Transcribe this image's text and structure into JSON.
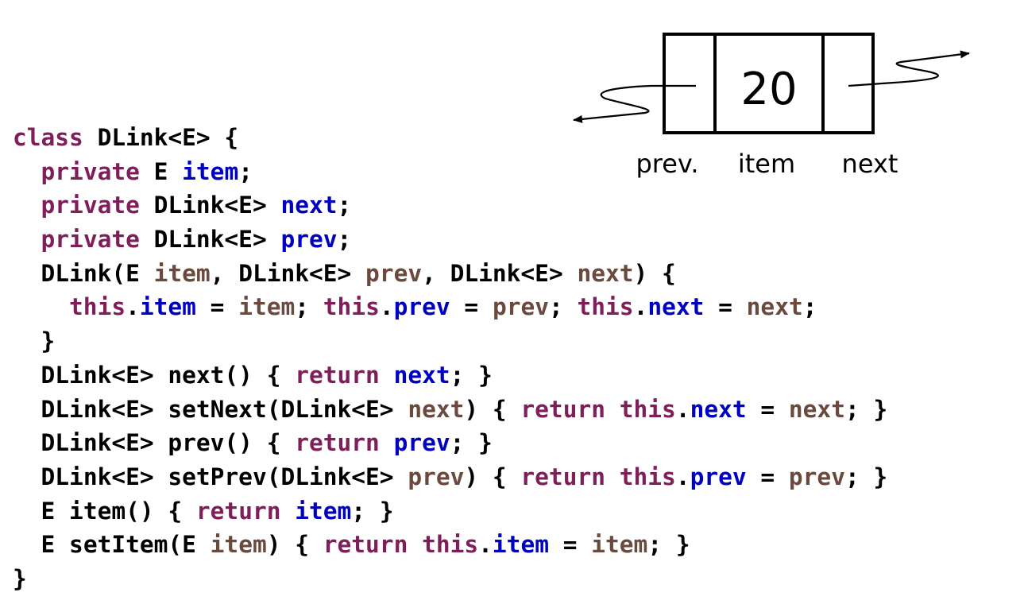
{
  "diagram": {
    "node_value": "20",
    "labels": {
      "prev": "prev.",
      "item": "item",
      "next": "next"
    }
  },
  "colors": {
    "keyword": "#7f1f5a",
    "field": "#0000c0",
    "parameter": "#6b4a3e",
    "plain": "#000000"
  },
  "code": {
    "lines": [
      {
        "indent": 0,
        "tokens": [
          [
            "kw",
            "class"
          ],
          [
            "plain",
            " DLink<E> {"
          ]
        ]
      },
      {
        "indent": 1,
        "tokens": [
          [
            "kw",
            "private"
          ],
          [
            "plain",
            " E "
          ],
          [
            "field",
            "item"
          ],
          [
            "plain",
            ";"
          ]
        ]
      },
      {
        "indent": 1,
        "tokens": [
          [
            "kw",
            "private"
          ],
          [
            "plain",
            " DLink<E> "
          ],
          [
            "field",
            "next"
          ],
          [
            "plain",
            ";"
          ]
        ]
      },
      {
        "indent": 1,
        "tokens": [
          [
            "kw",
            "private"
          ],
          [
            "plain",
            " DLink<E> "
          ],
          [
            "field",
            "prev"
          ],
          [
            "plain",
            ";"
          ]
        ]
      },
      {
        "indent": 1,
        "tokens": [
          [
            "plain",
            "DLink(E "
          ],
          [
            "param",
            "item"
          ],
          [
            "plain",
            ", DLink<E> "
          ],
          [
            "param",
            "prev"
          ],
          [
            "plain",
            ", DLink<E> "
          ],
          [
            "param",
            "next"
          ],
          [
            "plain",
            ") {"
          ]
        ]
      },
      {
        "indent": 2,
        "tokens": [
          [
            "kw",
            "this"
          ],
          [
            "plain",
            "."
          ],
          [
            "field",
            "item"
          ],
          [
            "plain",
            " = "
          ],
          [
            "param",
            "item"
          ],
          [
            "plain",
            "; "
          ],
          [
            "kw",
            "this"
          ],
          [
            "plain",
            "."
          ],
          [
            "field",
            "prev"
          ],
          [
            "plain",
            " = "
          ],
          [
            "param",
            "prev"
          ],
          [
            "plain",
            "; "
          ],
          [
            "kw",
            "this"
          ],
          [
            "plain",
            "."
          ],
          [
            "field",
            "next"
          ],
          [
            "plain",
            " = "
          ],
          [
            "param",
            "next"
          ],
          [
            "plain",
            ";"
          ]
        ]
      },
      {
        "indent": 1,
        "tokens": [
          [
            "plain",
            "}"
          ]
        ]
      },
      {
        "indent": 1,
        "tokens": [
          [
            "plain",
            "DLink<E> next() { "
          ],
          [
            "kw",
            "return"
          ],
          [
            "plain",
            " "
          ],
          [
            "field",
            "next"
          ],
          [
            "plain",
            "; }"
          ]
        ]
      },
      {
        "indent": 1,
        "tokens": [
          [
            "plain",
            "DLink<E> setNext(DLink<E> "
          ],
          [
            "param",
            "next"
          ],
          [
            "plain",
            ") { "
          ],
          [
            "kw",
            "return"
          ],
          [
            "plain",
            " "
          ],
          [
            "kw",
            "this"
          ],
          [
            "plain",
            "."
          ],
          [
            "field",
            "next"
          ],
          [
            "plain",
            " = "
          ],
          [
            "param",
            "next"
          ],
          [
            "plain",
            "; }"
          ]
        ]
      },
      {
        "indent": 1,
        "tokens": [
          [
            "plain",
            "DLink<E> prev() { "
          ],
          [
            "kw",
            "return"
          ],
          [
            "plain",
            " "
          ],
          [
            "field",
            "prev"
          ],
          [
            "plain",
            "; }"
          ]
        ]
      },
      {
        "indent": 1,
        "tokens": [
          [
            "plain",
            "DLink<E> setPrev(DLink<E> "
          ],
          [
            "param",
            "prev"
          ],
          [
            "plain",
            ") { "
          ],
          [
            "kw",
            "return"
          ],
          [
            "plain",
            " "
          ],
          [
            "kw",
            "this"
          ],
          [
            "plain",
            "."
          ],
          [
            "field",
            "prev"
          ],
          [
            "plain",
            " = "
          ],
          [
            "param",
            "prev"
          ],
          [
            "plain",
            "; }"
          ]
        ]
      },
      {
        "indent": 1,
        "tokens": [
          [
            "plain",
            "E item() { "
          ],
          [
            "kw",
            "return"
          ],
          [
            "plain",
            " "
          ],
          [
            "field",
            "item"
          ],
          [
            "plain",
            "; }"
          ]
        ]
      },
      {
        "indent": 1,
        "tokens": [
          [
            "plain",
            "E setItem(E "
          ],
          [
            "param",
            "item"
          ],
          [
            "plain",
            ") { "
          ],
          [
            "kw",
            "return"
          ],
          [
            "plain",
            " "
          ],
          [
            "kw",
            "this"
          ],
          [
            "plain",
            "."
          ],
          [
            "field",
            "item"
          ],
          [
            "plain",
            " = "
          ],
          [
            "param",
            "item"
          ],
          [
            "plain",
            "; }"
          ]
        ]
      },
      {
        "indent": 0,
        "tokens": [
          [
            "plain",
            "}"
          ]
        ]
      }
    ]
  }
}
